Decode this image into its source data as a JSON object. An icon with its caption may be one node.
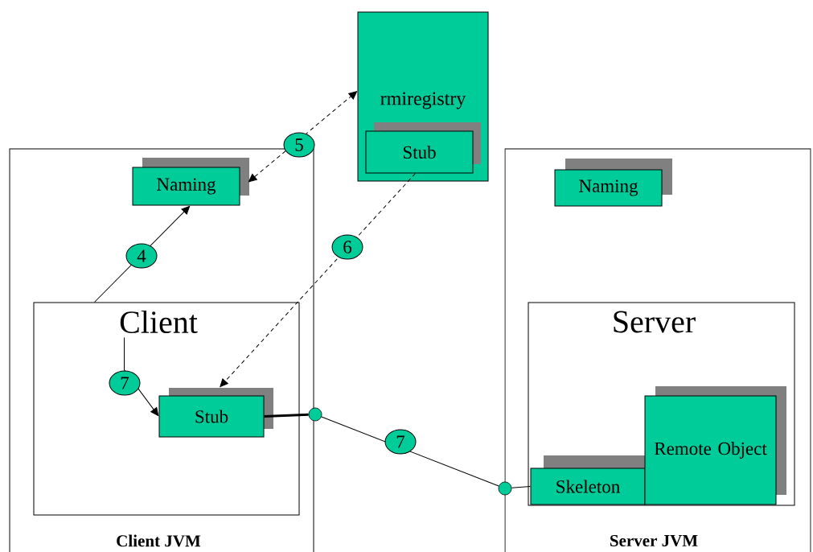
{
  "diagram": {
    "nodes": [
      {
        "text": [
          "Client JVM"
        ]
      },
      {
        "text": [
          "Naming"
        ],
        "in": 0
      },
      {
        "text": [
          "Client"
        ],
        "in": 0
      },
      {
        "text": [
          "Stub"
        ],
        "in": 2
      },
      {
        "text": [
          "rmiregistry"
        ]
      },
      {
        "text": [
          "Stub"
        ],
        "in": 4
      },
      {
        "text": [
          "Server JVM"
        ]
      },
      {
        "text": [
          "Naming"
        ],
        "in": 6
      },
      {
        "text": [
          "Server"
        ],
        "in": 6
      },
      {
        "text": [
          "Skeleton"
        ],
        "in": 8
      },
      {
        "text": [
          "Remote Object"
        ],
        "in": 8
      },
      {
        "text": [],
        "shape": "circle"
      },
      {
        "text": [],
        "shape": "circle"
      }
    ],
    "edges": [
      {
        "from": 2,
        "to": 1,
        "arrow": "to",
        "label": "4"
      },
      {
        "from": 1,
        "to": 4,
        "arrow": "both",
        "label": "5",
        "style": "dashed"
      },
      {
        "from": 5,
        "to": 3,
        "arrow": "to",
        "label": "6",
        "style": "dashed"
      },
      {
        "from": 2,
        "to": 3,
        "arrow": "to",
        "label": "7"
      },
      {
        "from": 3,
        "to": 11,
        "arrow": "none",
        "style": "thick"
      },
      {
        "from": 11,
        "to": 12,
        "arrow": "none",
        "label": "7"
      },
      {
        "from": 12,
        "to": 9,
        "arrow": "none"
      }
    ]
  }
}
